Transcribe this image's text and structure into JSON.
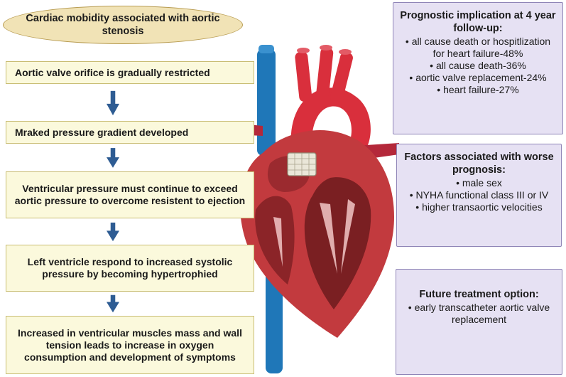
{
  "flow": {
    "title": "Cardiac mobidity associated with aortic stenosis",
    "steps": [
      "Aortic valve orifice is gradually restricted",
      "Mraked pressure gradient developed",
      "Ventricular pressure must continue to exceed aortic pressure to overcome resistent to ejection",
      "Left ventricle respond to increased systolic pressure by becoming hypertrophied",
      "Increased in ventricular muscles mass and wall tension leads to increase in oxygen consumption and development of symptoms"
    ]
  },
  "panels": {
    "prognosis": {
      "title": "Prognostic implication at 4 year follow-up:",
      "items": [
        "all cause death or hospitlization for heart failure-48%",
        "all cause death-36%",
        "aortic valve replacement-24%",
        "heart failure-27%"
      ]
    },
    "factors": {
      "title": "Factors associated with worse prognosis:",
      "items": [
        "male sex",
        "NYHA functional class III or IV",
        "higher transaortic velocities"
      ]
    },
    "future": {
      "title": "Future treatment option:",
      "items": [
        "early transcatheter aortic valve replacement"
      ]
    }
  },
  "colors": {
    "arrow": "#2e5c93",
    "vein": "#1f77b8",
    "artery": "#d92f3c",
    "myocardium": "#c23a3e",
    "chamber": "#7a1f22"
  }
}
